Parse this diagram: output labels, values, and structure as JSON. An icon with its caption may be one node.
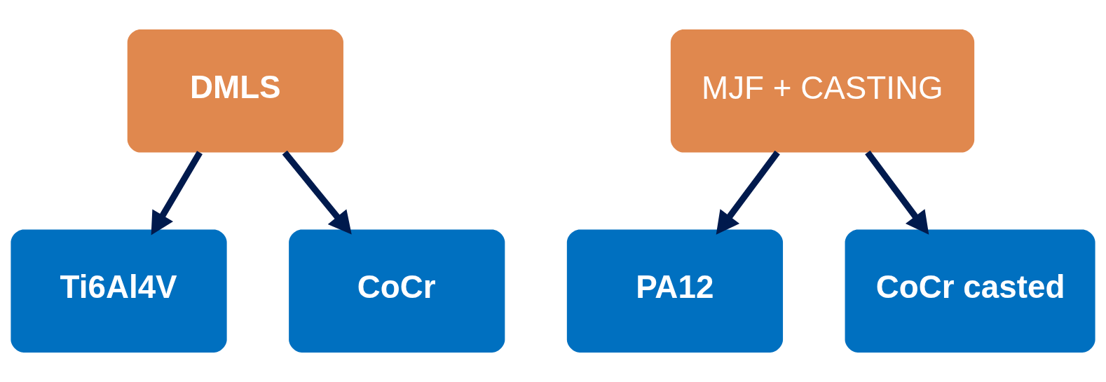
{
  "diagram": {
    "nodes": [
      {
        "text": [
          "DMLS"
        ]
      },
      {
        "text": [
          "MJF + CASTING"
        ]
      },
      {
        "text": [
          "Ti6Al4V"
        ]
      },
      {
        "text": [
          "CoCr"
        ]
      },
      {
        "text": [
          "PA12"
        ]
      },
      {
        "text": [
          "CoCr casted"
        ]
      }
    ],
    "edges": [
      {
        "from": 0,
        "to": 2,
        "arrow": "to"
      },
      {
        "from": 0,
        "to": 3,
        "arrow": "to"
      },
      {
        "from": 1,
        "to": 4,
        "arrow": "to"
      },
      {
        "from": 1,
        "to": 5,
        "arrow": "to"
      }
    ]
  }
}
